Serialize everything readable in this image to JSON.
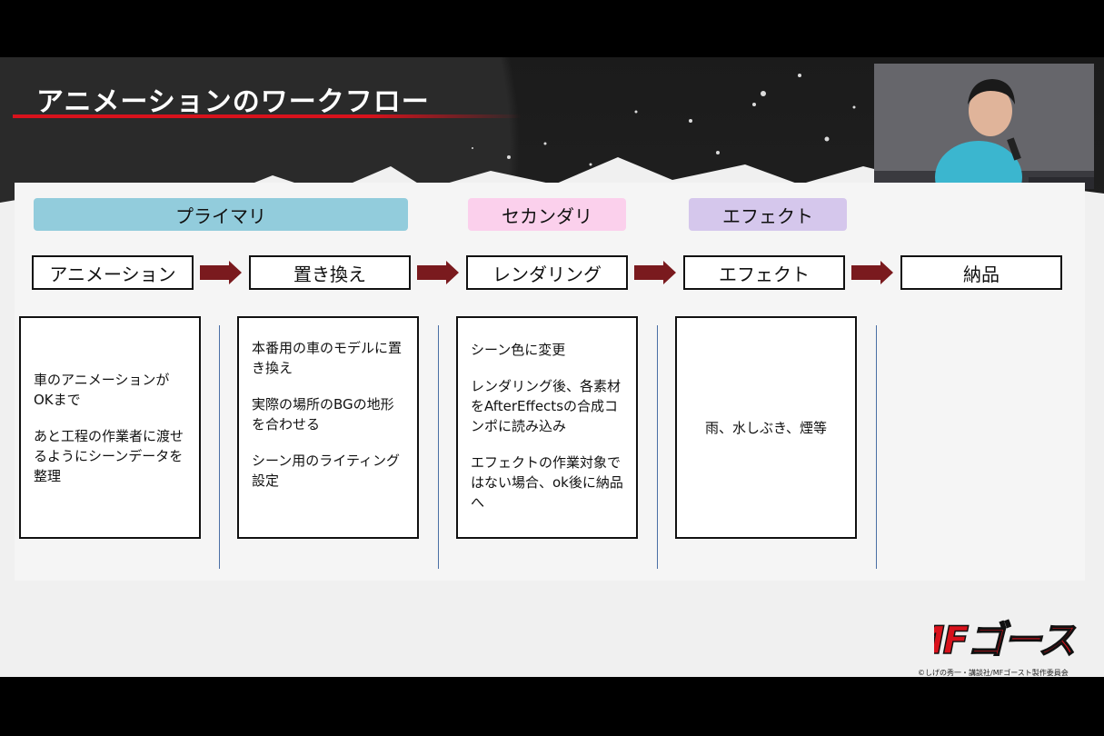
{
  "slide": {
    "title": "アニメーションのワークフロー",
    "phases": [
      {
        "label": "プライマリ",
        "color": "#92ccdc"
      },
      {
        "label": "セカンダリ",
        "color": "#fbd0ec"
      },
      {
        "label": "エフェクト",
        "color": "#d5c7ec"
      }
    ],
    "steps": [
      "アニメーション",
      "置き換え",
      "レンダリング",
      "エフェクト",
      "納品"
    ],
    "details": [
      [
        "車のアニメーションがOKまで",
        "あと工程の作業者に渡せるようにシーンデータを整理"
      ],
      [
        "本番用の車のモデルに置き換え",
        "実際の場所のBGの地形を合わせる",
        "シーン用のライティング設定"
      ],
      [
        "シーン色に変更",
        "レンダリング後、各素材をAfterEffectsの合成コンポに読み込み",
        "エフェクトの作業対象ではない場合、ok後に納品へ"
      ],
      [
        "雨、水しぶき、煙等"
      ]
    ],
    "logo": "MFゴースト",
    "copyright": "©しげの秀一・講談社/MFゴースト製作委員会",
    "colors": {
      "accent_red": "#d8121c",
      "arrow": "#7a1a1e",
      "divider": "#4a6fa5"
    }
  }
}
